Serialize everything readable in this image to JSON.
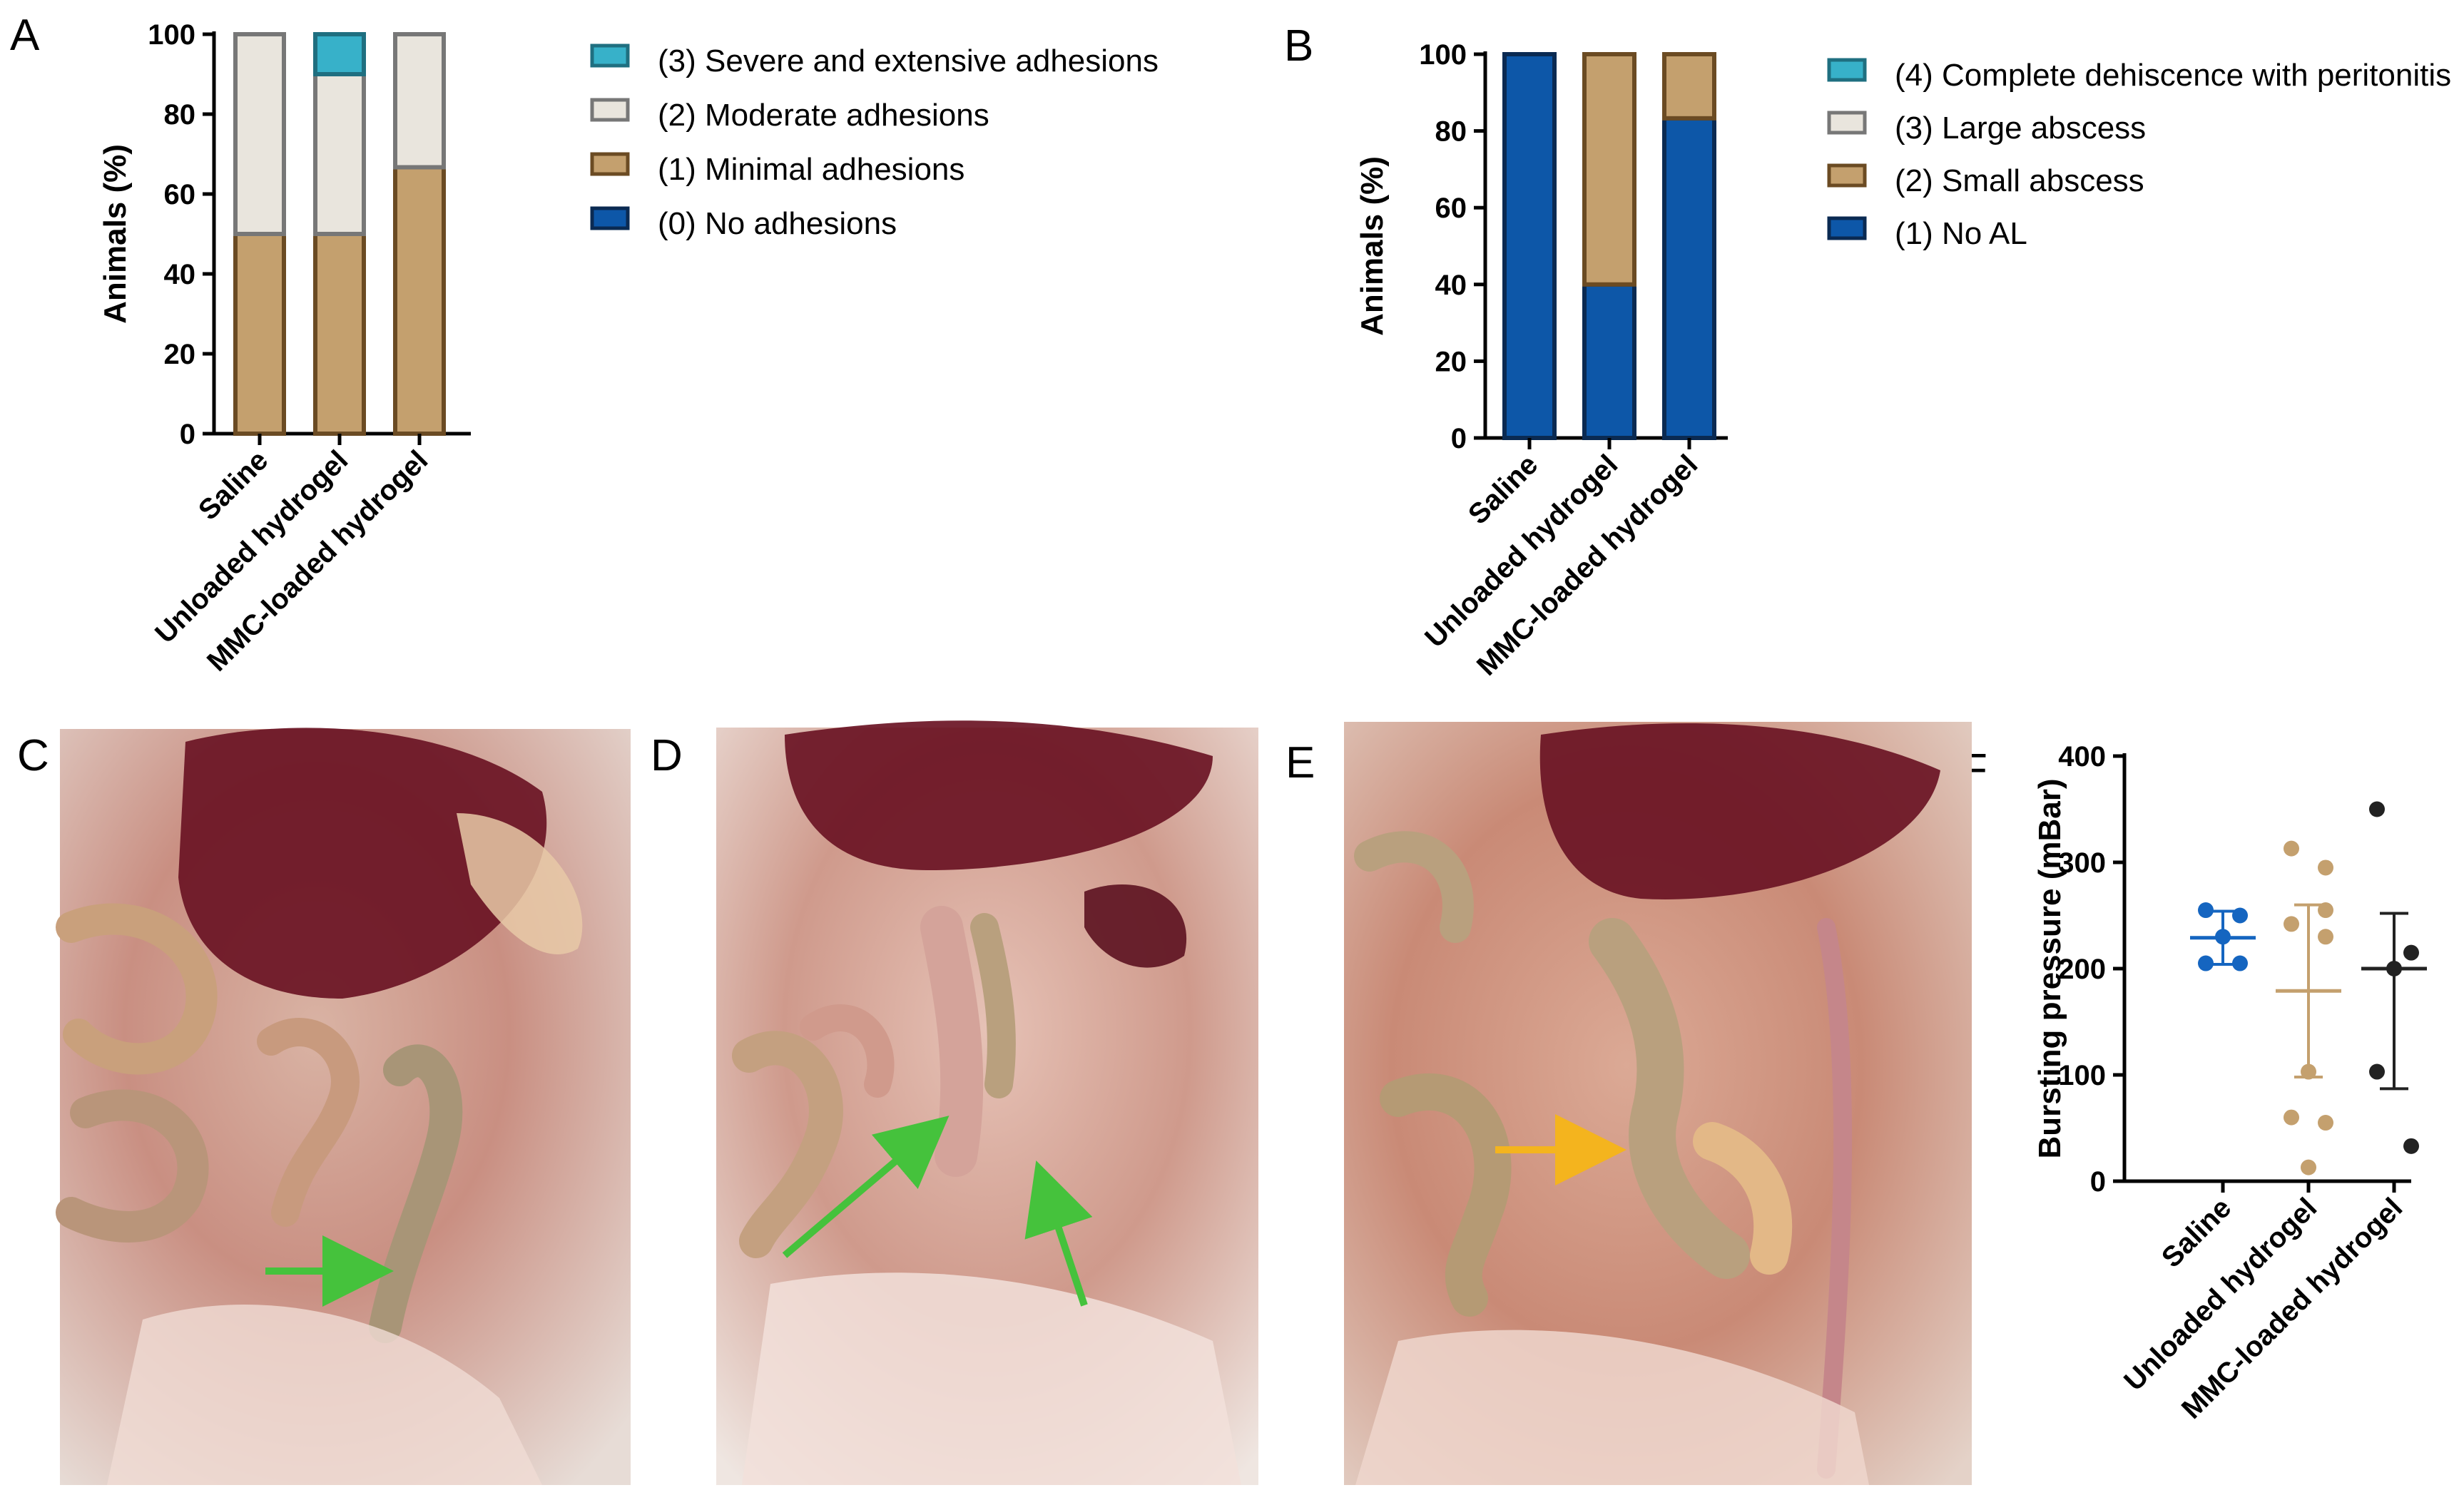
{
  "panels": {
    "A": "A",
    "B": "B",
    "C": "C",
    "D": "D",
    "E": "E",
    "F": "F"
  },
  "colors": {
    "score0": "#0d57a8",
    "score1": "#c4a06e",
    "score2": "#e9e5dd",
    "score3": "#37b1c9",
    "stroke_dark": "#0a2a52",
    "stroke_brown": "#6b4b23",
    "stroke_grey": "#777777",
    "stroke_teal": "#1f6f80",
    "saline_dot": "#1565c0",
    "unloaded_dot": "#c4a06e",
    "mmc_dot": "#222222",
    "green_arrow": "#45c23c",
    "yellow_arrow": "#f4b41e"
  },
  "chart_data": [
    {
      "id": "A",
      "type": "bar",
      "stacked": true,
      "ylabel": "Animals (%)",
      "ylim": [
        0,
        100
      ],
      "yticks": [
        0,
        20,
        40,
        60,
        80,
        100
      ],
      "categories": [
        "Saline",
        "Unloaded hydrogel",
        "MMC-loaded hydrogel"
      ],
      "series": [
        {
          "name": "(0) No adhesions",
          "color": "score0",
          "values": [
            0,
            0,
            0
          ]
        },
        {
          "name": "(1) Minimal adhesions",
          "color": "score1",
          "values": [
            50,
            50,
            66.7
          ]
        },
        {
          "name": "(2) Moderate adhesions",
          "color": "score2",
          "values": [
            50,
            40,
            33.3
          ]
        },
        {
          "name": "(3) Severe and extensive adhesions",
          "color": "score3",
          "values": [
            0,
            10,
            0
          ]
        }
      ],
      "legend_order": [
        3,
        2,
        1,
        0
      ]
    },
    {
      "id": "B",
      "type": "bar",
      "stacked": true,
      "ylabel": "Animals (%)",
      "ylim": [
        0,
        100
      ],
      "yticks": [
        0,
        20,
        40,
        60,
        80,
        100
      ],
      "categories": [
        "Saline",
        "Unloaded hydrogel",
        "MMC-loaded hydrogel"
      ],
      "series": [
        {
          "name": "(1) No AL",
          "color": "score0",
          "values": [
            100,
            40,
            83.3
          ]
        },
        {
          "name": "(2) Small abscess",
          "color": "score1",
          "values": [
            0,
            60,
            16.7
          ]
        },
        {
          "name": "(3) Large abscess",
          "color": "score2",
          "values": [
            0,
            0,
            0
          ]
        },
        {
          "name": "(4) Complete dehiscence with peritonitis",
          "color": "score3",
          "values": [
            0,
            0,
            0
          ]
        }
      ],
      "legend_order": [
        3,
        2,
        1,
        0
      ]
    },
    {
      "id": "F",
      "type": "scatter",
      "ylabel": "Bursting pressure (mBar)",
      "ylim": [
        0,
        400
      ],
      "yticks": [
        0,
        100,
        200,
        300,
        400
      ],
      "categories": [
        "Saline",
        "Unloaded hydrogel",
        "MMC-loaded hydrogel"
      ],
      "series": [
        {
          "name": "Saline",
          "color": "saline_dot",
          "values": [
            255,
            250,
            230,
            205,
            205
          ],
          "mean": 229,
          "sd_low": 204,
          "sd_high": 254
        },
        {
          "name": "Unloaded hydrogel",
          "color": "unloaded_dot",
          "values": [
            313,
            295,
            255,
            242,
            230,
            103,
            60,
            55,
            13
          ],
          "mean": 179,
          "sd_low": 98,
          "sd_high": 260
        },
        {
          "name": "MMC-loaded hydrogel",
          "color": "mmc_dot",
          "values": [
            350,
            215,
            200,
            103,
            33
          ],
          "mean": 200,
          "sd_low": 87,
          "sd_high": 252
        }
      ]
    }
  ]
}
